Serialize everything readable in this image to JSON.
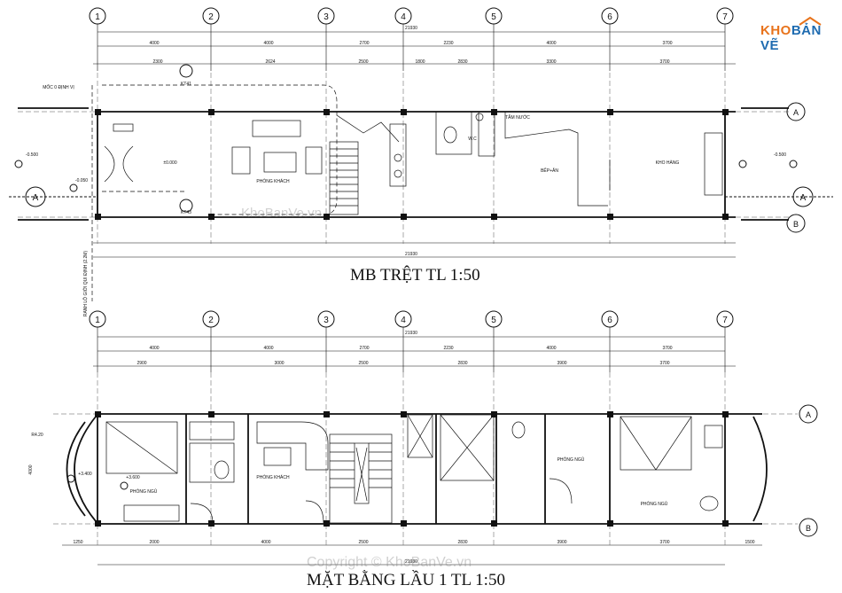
{
  "titles": {
    "ground": "MB TRỆT  TL 1:50",
    "upper": "MẶT BẰNG LẦU 1  TL 1:50"
  },
  "logo": {
    "part1": "KHO",
    "part2": "BẢN VẼ"
  },
  "watermarks": {
    "top": "KhoBanVe.vn",
    "bottom": "Copyright © KhoBanVe.vn"
  },
  "grid_axes": [
    "1",
    "2",
    "3",
    "4",
    "5",
    "6",
    "7"
  ],
  "section_marks": {
    "a": "A",
    "b": "B"
  },
  "ground": {
    "total_top": "21930",
    "total_bottom": "21930",
    "bay_dims": [
      "4000",
      "4000",
      "2700",
      "2230",
      "4000",
      "3700"
    ],
    "sub_dims": [
      "2300",
      "2624",
      "2500",
      "1800",
      "2830",
      "3300",
      "3700"
    ],
    "rooms": {
      "living": "PHÒNG KHÁCH",
      "kitchen": "BẾP+ĂN",
      "store": "KHO HÀNG",
      "wc": "W.C",
      "well": "TẮM NƯỚC"
    },
    "levels": {
      "floor": "±0.000",
      "front": "-0.500",
      "back": "-0.500",
      "step": "-0.050"
    },
    "notes": {
      "boundary": "RANH LỘ GIỚI QUI ĐỊNH (2.2M)",
      "marker": "MỐC 0 ĐỊNH VỊ",
      "sym1": "KT41",
      "sym2": "KT43"
    }
  },
  "upper": {
    "total_top": "21930",
    "total_bottom": "21930",
    "bay_dims": [
      "4000",
      "4000",
      "2700",
      "2230",
      "4000",
      "3700"
    ],
    "sub_dims": [
      "2900",
      "3000",
      "2500",
      "2830",
      "3900",
      "3700"
    ],
    "bottom_dims": [
      "1250",
      "2000",
      "4000",
      "2500",
      "2830",
      "3900",
      "3700",
      "1500"
    ],
    "rooms": {
      "bed1": "PHÒNG NGỦ",
      "living": "PHÒNG KHÁCH",
      "bed2": "PHÒNG NGỦ",
      "bed3": "PHÒNG NGỦ"
    },
    "levels": {
      "floor": "+3.600",
      "balcony": "+3.400"
    },
    "notes": {
      "radius": "R4.20",
      "side_dim": "4000"
    }
  }
}
